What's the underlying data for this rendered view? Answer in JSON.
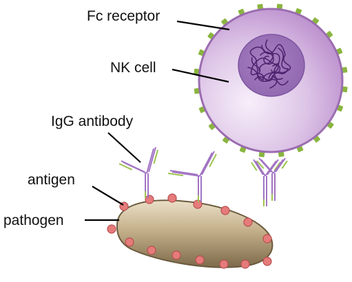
{
  "labels": {
    "fc_receptor": "Fc receptor",
    "nk_cell": "NK cell",
    "igg_antibody": "IgG antibody",
    "antigen": "antigen",
    "pathogen": "pathogen"
  },
  "colors": {
    "cell_fill_light": "#f3e8f6",
    "cell_fill_dark": "#c39ad1",
    "cell_outline": "#9a6aae",
    "nucleus_fill": "#a67cbd",
    "chromatin": "#5a2e7a",
    "fc_receptor": "#8ab540",
    "antibody_heavy": "#a274c4",
    "antibody_light": "#9cc24e",
    "pathogen_light": "#e9dcc4",
    "pathogen_dark": "#8a7552",
    "antigen_fill": "#e57b7b",
    "antigen_outline": "#b84f4f",
    "label_text": "#111111"
  }
}
